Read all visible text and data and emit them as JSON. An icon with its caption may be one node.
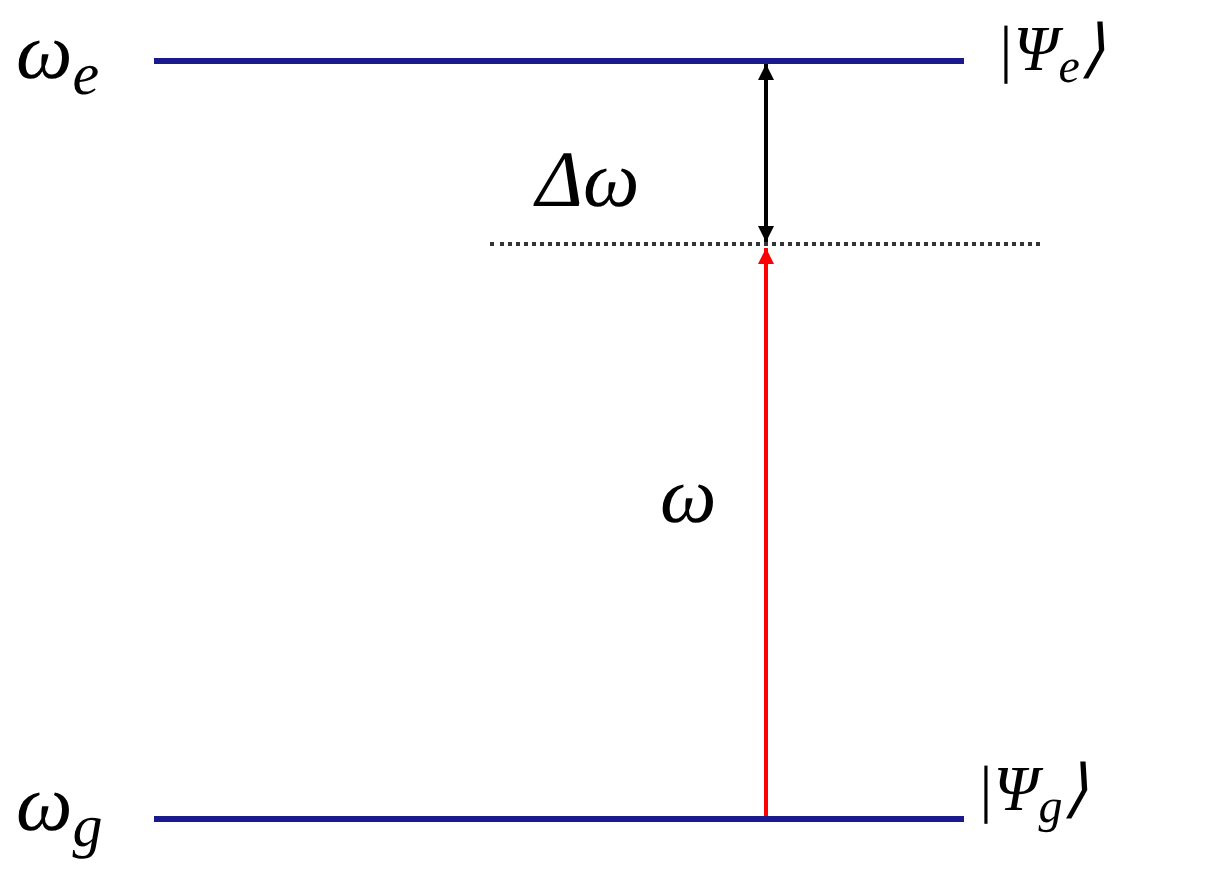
{
  "diagram": {
    "nodes": [
      {
        "text": [],
        "shape": "line",
        "beside": [
          "ω$_{e}$",
          "|Ψ$_{e}$⟩"
        ]
      },
      {
        "text": [],
        "shape": "dotted"
      },
      {
        "text": [],
        "shape": "line",
        "beside": [
          "ω$_{g}$",
          "|Ψ$_{g}$⟩"
        ]
      }
    ],
    "edges": [
      {
        "from": 2,
        "to": 1,
        "arrow": "to",
        "label": "ω",
        "color": "#ff0000"
      },
      {
        "from": 1,
        "to": 0,
        "arrow": "both",
        "label": "Δω",
        "color": "#000000"
      }
    ]
  }
}
